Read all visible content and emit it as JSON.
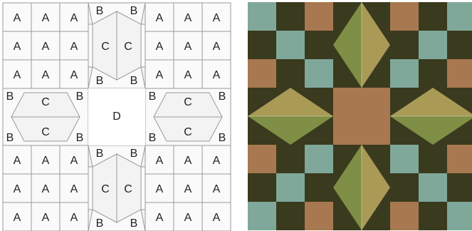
{
  "labels": {
    "a": "A",
    "b": "B",
    "c": "C",
    "d": "D"
  },
  "colors": {
    "teal": "#7fa89a",
    "dark": "#3a3a1e",
    "rust": "#a87850",
    "olive": "#7f8f45",
    "khaki": "#a99a56",
    "center": "#a87850"
  }
}
